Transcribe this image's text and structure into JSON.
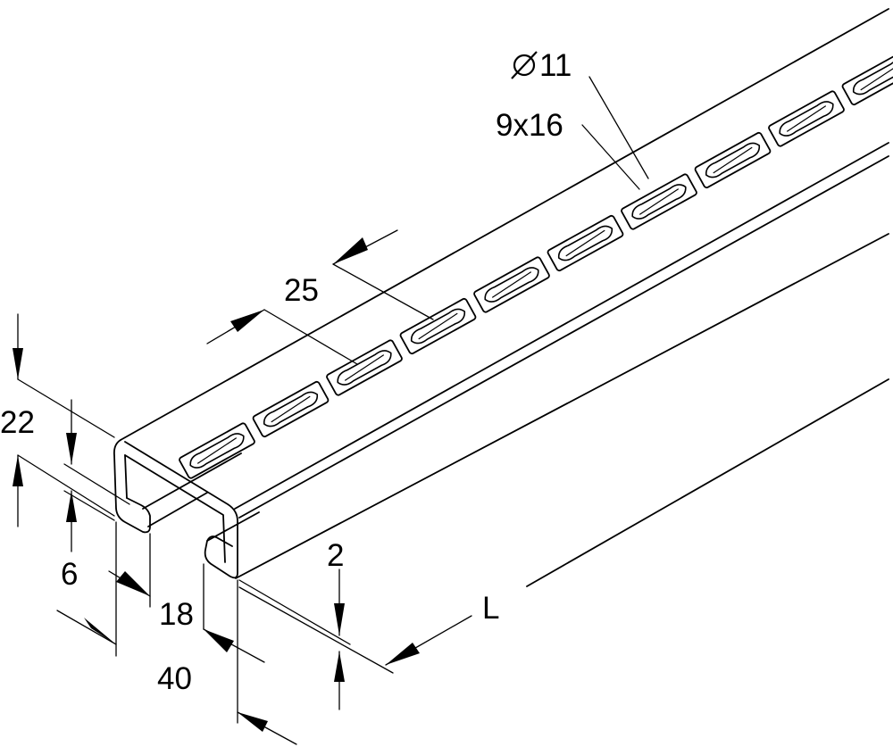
{
  "dimensions": {
    "hole_diameter": "11",
    "slot_size": "9x16",
    "pitch": "25",
    "height": "22",
    "lip": "6",
    "opening": "18",
    "width": "40",
    "thickness": "2",
    "length": "L"
  },
  "symbols": {
    "diameter": "diameter-icon"
  }
}
